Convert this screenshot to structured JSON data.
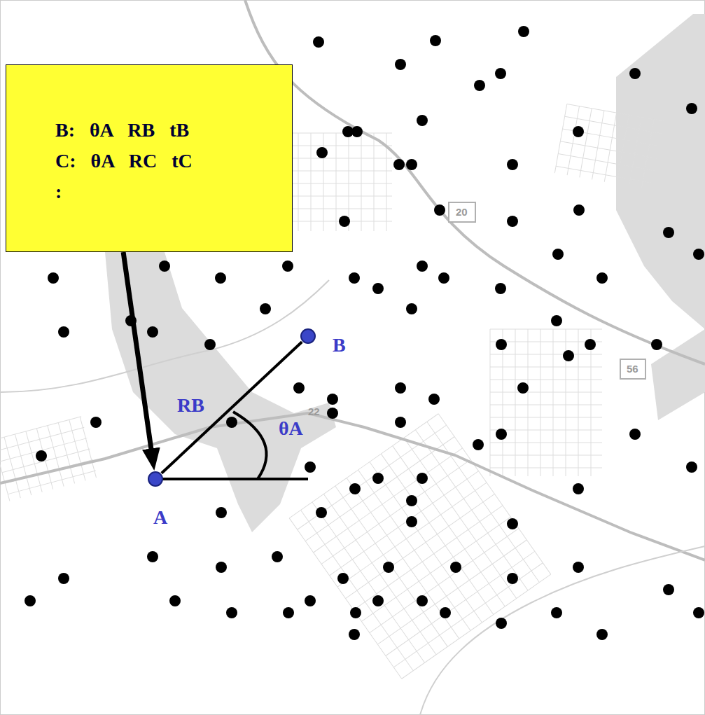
{
  "diagram": {
    "nodes": [
      {
        "text": [
          "B: θA RB tB",
          "C: θA RC tC",
          ":"
        ]
      },
      {
        "text": [
          "B"
        ]
      },
      {
        "text": [
          "A"
        ]
      }
    ],
    "edges": [
      {
        "from": 0,
        "to": 2,
        "arrow": "to"
      },
      {
        "from": 2,
        "to": 1,
        "label": "RB",
        "arrow": "none"
      }
    ],
    "labels": [
      "θA",
      "20",
      "56",
      "22"
    ]
  }
}
